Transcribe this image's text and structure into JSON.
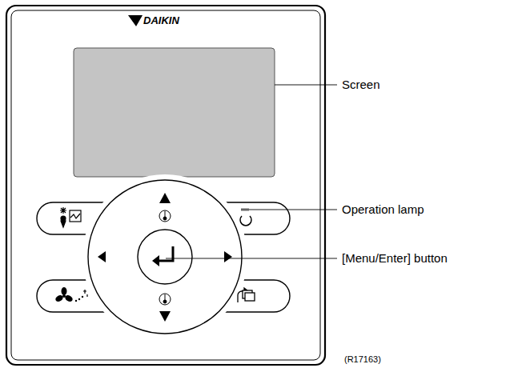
{
  "diagram": {
    "labels": [
      "DAIKIN",
      "Screen",
      "Operation lamp",
      "[Menu/Enter] button",
      "(R17163)"
    ]
  }
}
